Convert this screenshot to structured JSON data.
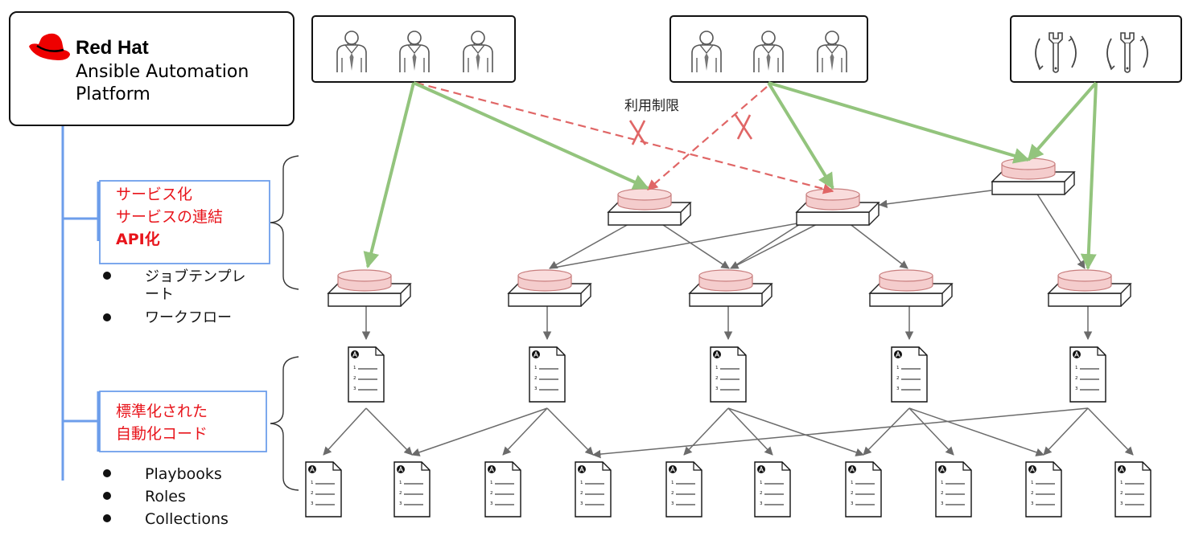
{
  "logo": {
    "brand": "Red Hat",
    "product_line1": "Ansible Automation",
    "product_line2": "Platform"
  },
  "service_box": {
    "line1": "サービス化",
    "line2": "サービスの連結",
    "line3": "API化"
  },
  "service_bullets": {
    "item1_line1": "ジョブテンプレ",
    "item1_line2": "ート",
    "item2": "ワークフロー"
  },
  "code_box": {
    "line1": "標準化された",
    "line2": "自動化コード"
  },
  "code_bullets": [
    "Playbooks",
    "Roles",
    "Collections"
  ],
  "restriction_label": "利用制限",
  "colors": {
    "allowed_arrow": "#93c47d",
    "restricted_arrow": "#e06666",
    "deny_mark": "#e06666",
    "accent_label": "#e8141b",
    "frame_line": "#6d9eeb",
    "service_disc": "#f4cccc"
  },
  "icons": {
    "actor": "person-with-tie-icon",
    "tool": "wrench-icon",
    "service": "service-disc-on-platform-icon",
    "code": "ansible-playbook-document-icon"
  }
}
